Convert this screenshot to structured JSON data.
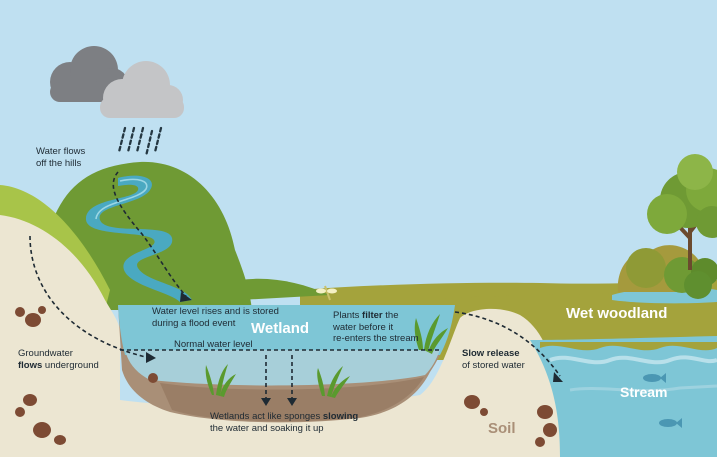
{
  "labels": {
    "hills_flow": {
      "line1": "Water flows",
      "line2": "off the hills"
    },
    "groundwater": {
      "line1": "Groundwater",
      "line2_bold": "flows",
      "line2_rest": " underground"
    },
    "flood": {
      "line1": "Water level rises and is stored",
      "line2": "during a flood event"
    },
    "normal_level": "Normal water level",
    "plants": {
      "line1_pre": "Plants ",
      "line1_bold": "filter",
      "line1_post": " the",
      "line2": "water before it",
      "line3": "re-enters the stream"
    },
    "sponges": {
      "line1_pre": "Wetlands act like sponges ",
      "line1_bold": "slowing",
      "line2": "the water and soaking it up"
    },
    "slow_release": {
      "line1_bold": "Slow release",
      "line2": "of stored water"
    }
  },
  "regions": {
    "wetland": "Wetland",
    "wet_woodland": "Wet woodland",
    "stream": "Stream",
    "soil": "Soil"
  },
  "colors": {
    "sky": "#bfe0f1",
    "cloud_dark": "#7d7f83",
    "cloud_light": "#c4c5c7",
    "hill_green": "#6f9a34",
    "hill_light": "#a8c449",
    "soil_cream": "#ece6d2",
    "soil_brown": "#a98f77",
    "water": "#7ec6d6",
    "water_dark": "#3f95b2",
    "olive_field": "#a4a33c",
    "rock": "#7d4b34",
    "text": "#1e2a33",
    "label_white": "#ffffff"
  }
}
